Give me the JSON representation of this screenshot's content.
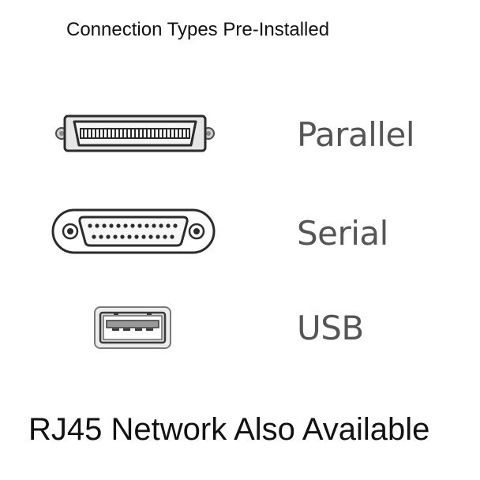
{
  "header": {
    "title": "Connection Types Pre-Installed"
  },
  "connections": [
    {
      "label": "Parallel",
      "icon": "parallel-port-icon"
    },
    {
      "label": "Serial",
      "icon": "serial-port-icon"
    },
    {
      "label": "USB",
      "icon": "usb-port-icon"
    }
  ],
  "footer": {
    "note": "RJ45 Network Also Available"
  },
  "colors": {
    "title_text": "#111111",
    "label_text": "#555555",
    "connector_stroke": "#2b2b2b",
    "connector_fill": "#e6e6e6",
    "background": "#ffffff"
  }
}
